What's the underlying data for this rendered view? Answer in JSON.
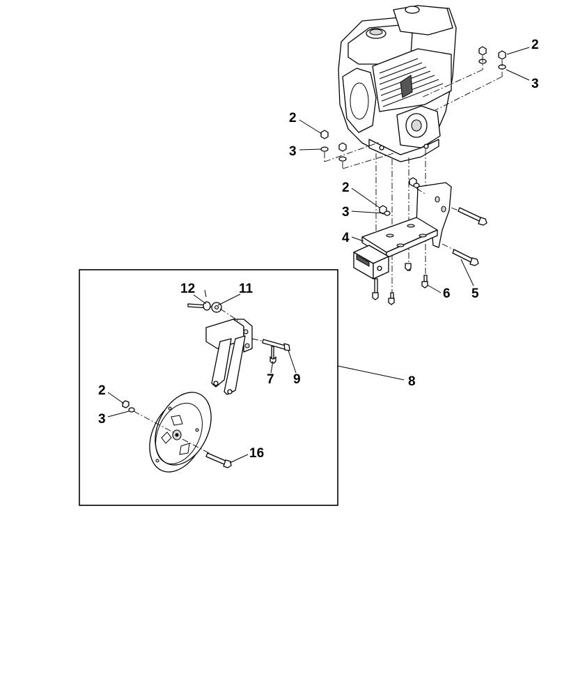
{
  "callouts": {
    "top_right_nut": "2",
    "top_right_washer": "3",
    "engine_left_nut": "2",
    "engine_left_washer": "3",
    "bracket_nut": "2",
    "bracket_washer": "3",
    "bracket": "4",
    "bolt_long": "5",
    "bolt_short": "6",
    "pin_clip": "7",
    "wheel_assembly": "8",
    "wheel_bolt": "9",
    "washer_eleven": "11",
    "spacer_twelve": "12",
    "wheel_nut": "2",
    "wheel_washer": "3",
    "axle_bolt": "16"
  }
}
